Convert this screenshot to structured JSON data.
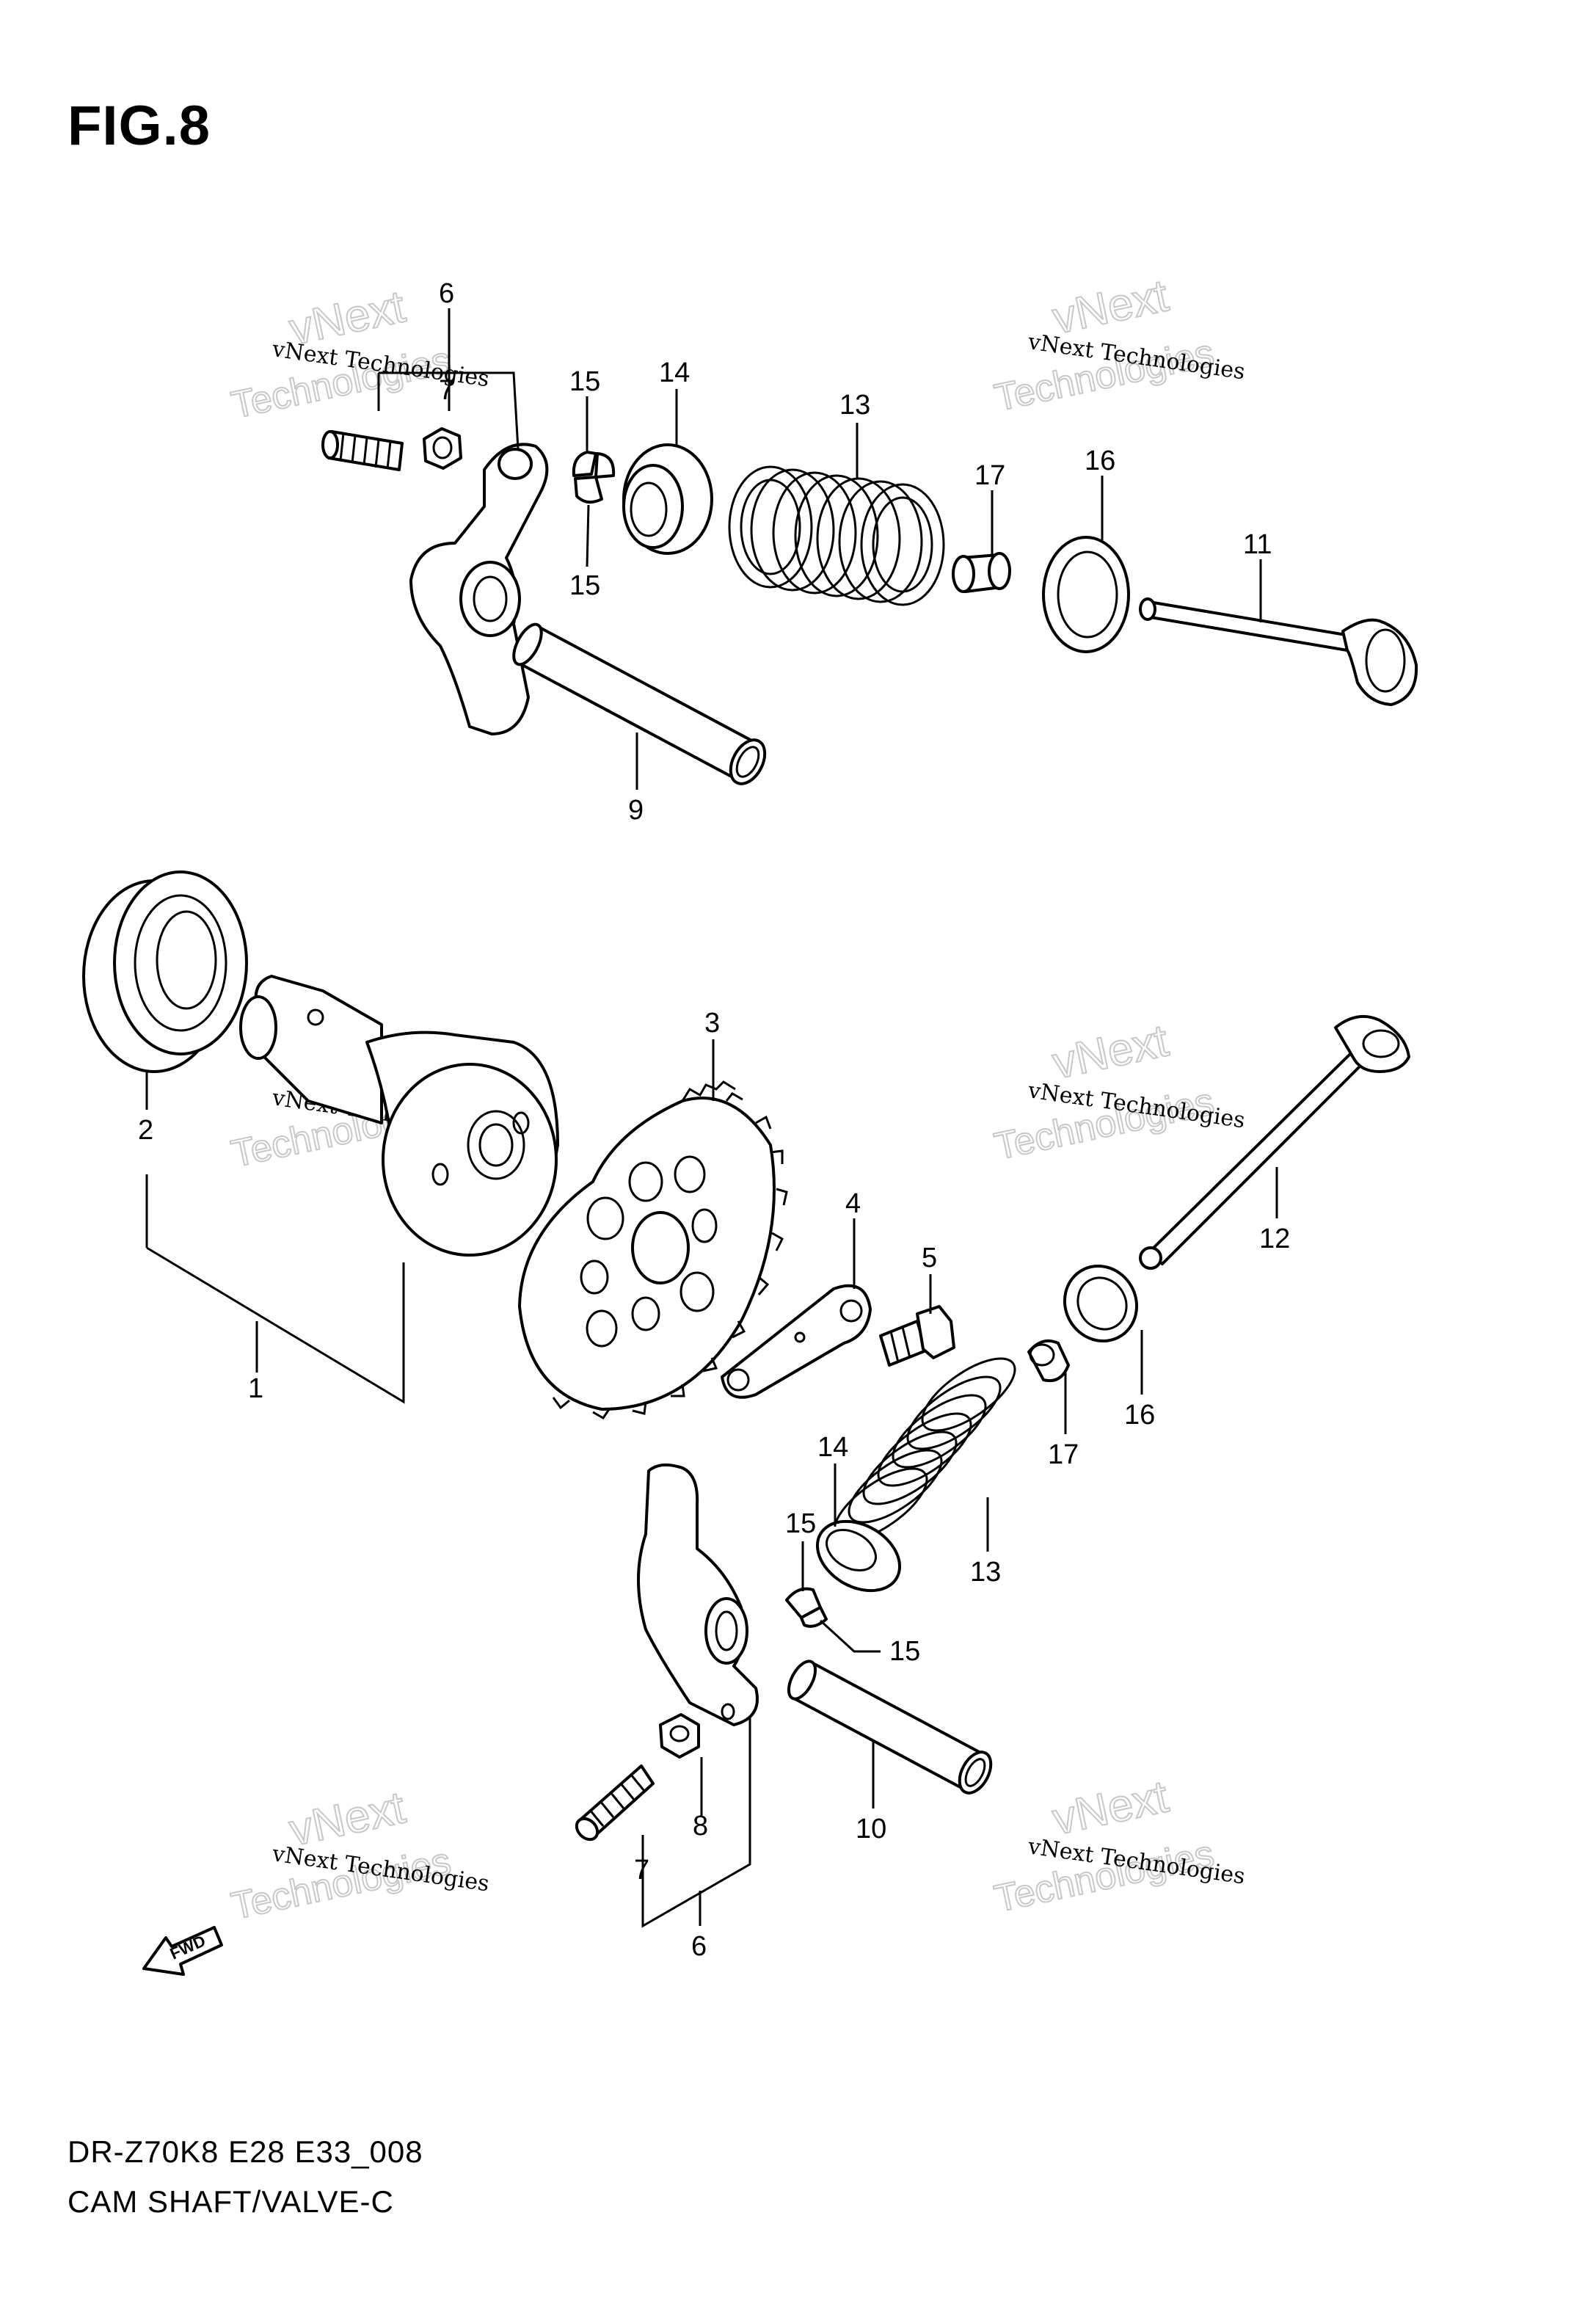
{
  "figure_label": "FIG.8",
  "model_code": "DR-Z70K8 E28 E33_008",
  "diagram_title": "CAM SHAFT/VALVE-C",
  "watermark": {
    "line1": "vNext Technologies",
    "line2": "vNext",
    "line3": "Technologies"
  },
  "fwd_label": "FWD",
  "callouts": {
    "c1": "1",
    "c2": "2",
    "c3": "3",
    "c4": "4",
    "c5": "5",
    "c6_top": "6",
    "c6_bottom": "6",
    "c7_top": "7",
    "c7_bottom": "7",
    "c8_bottom": "8",
    "c9": "9",
    "c10": "10",
    "c11": "11",
    "c12": "12",
    "c13_top": "13",
    "c13_bottom": "13",
    "c14_top": "14",
    "c14_bottom": "14",
    "c15_top_a": "15",
    "c15_top_b": "15",
    "c15_bottom_a": "15",
    "c15_bottom_b": "15",
    "c16_top": "16",
    "c16_bottom": "16",
    "c17_top": "17",
    "c17_bottom": "17"
  }
}
